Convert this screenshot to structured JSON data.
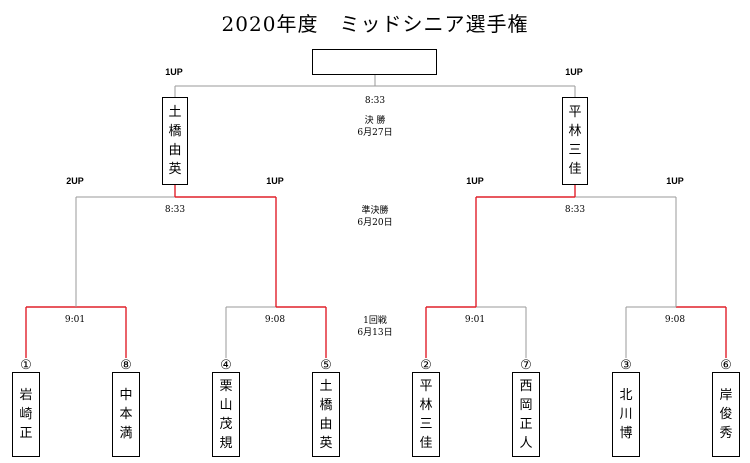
{
  "title": "2020年度　ミッドシニア選手権",
  "colors": {
    "winner_line": "#e0202a",
    "line": "#9a9a9a"
  },
  "champion_box": "",
  "final": {
    "time": "8:33",
    "stage": "決 勝",
    "date": "6月27日",
    "left_score": "1UP",
    "right_score": "1UP",
    "left_finalist": [
      "土",
      "橋",
      "由",
      "英"
    ],
    "right_finalist": [
      "平",
      "林",
      "三",
      "佳"
    ]
  },
  "semifinals": {
    "stage": "準決勝",
    "date": "6月20日",
    "left": {
      "time": "8:33",
      "left_score": "2UP",
      "right_score": "1UP"
    },
    "right": {
      "time": "8:33",
      "left_score": "1UP",
      "right_score": "1UP"
    }
  },
  "round1": {
    "stage": "1回戦",
    "date": "6月13日",
    "times": [
      "9:01",
      "9:08",
      "9:01",
      "9:08"
    ]
  },
  "players": [
    {
      "seed": "①",
      "name": [
        "岩",
        "崎",
        "",
        "正"
      ],
      "won": true
    },
    {
      "seed": "⑧",
      "name": [
        "中",
        "本",
        "",
        "満"
      ],
      "won": true
    },
    {
      "seed": "④",
      "name": [
        "栗",
        "山",
        "茂",
        "規"
      ],
      "won": false
    },
    {
      "seed": "⑤",
      "name": [
        "土",
        "橋",
        "由",
        "英"
      ],
      "won": true
    },
    {
      "seed": "②",
      "name": [
        "平",
        "林",
        "三",
        "佳"
      ],
      "won": true
    },
    {
      "seed": "⑦",
      "name": [
        "西",
        "岡",
        "正",
        "人"
      ],
      "won": false
    },
    {
      "seed": "③",
      "name": [
        "北",
        "川",
        "",
        "博"
      ],
      "won": false
    },
    {
      "seed": "⑥",
      "name": [
        "岸",
        "",
        "俊",
        "秀"
      ],
      "won": true
    }
  ]
}
